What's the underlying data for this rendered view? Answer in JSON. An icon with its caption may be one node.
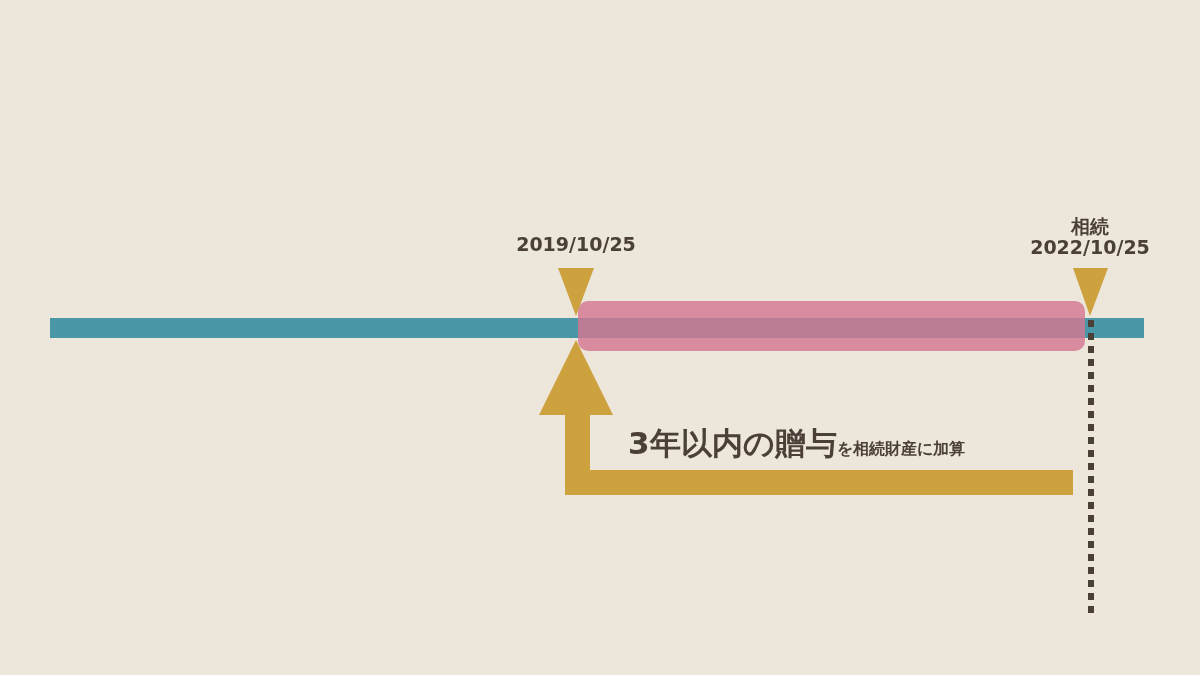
{
  "diagram": {
    "labels": [
      "2019/10/25",
      "相続",
      "2022/10/25",
      "**3年以内の贈与**を相続財産に加算"
    ]
  }
}
